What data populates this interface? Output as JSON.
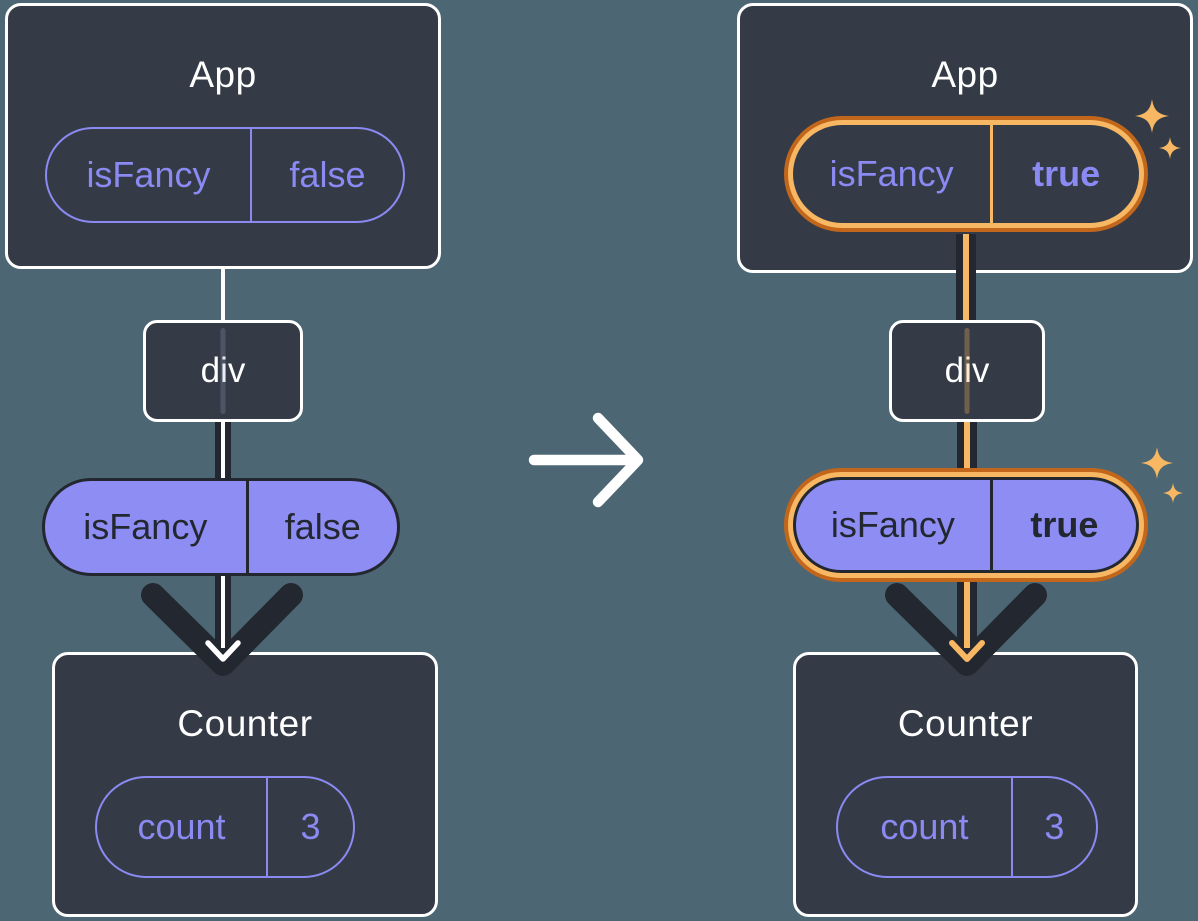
{
  "colors": {
    "background": "#4D6673",
    "card": "#343B46",
    "card_border": "#FFFFFF",
    "white": "#FFFFFF",
    "dark": "#23272F",
    "purple": "#8A8AF2",
    "purple_fill": "#8D8DF3",
    "orange": "#C2661B",
    "orange_light": "#F7B763"
  },
  "icons": {
    "transition": "arrow-right-icon",
    "flow_arrowhead": "arrow-down-icon",
    "highlight": "sparkle-icon"
  },
  "before": {
    "highlighted": false,
    "app": {
      "title": "App",
      "prop": {
        "name": "isFancy",
        "value": "false"
      }
    },
    "div_node": {
      "label": "div"
    },
    "passed_prop": {
      "name": "isFancy",
      "value": "false"
    },
    "counter": {
      "title": "Counter",
      "state": {
        "name": "count",
        "value": "3"
      }
    }
  },
  "after": {
    "highlighted": true,
    "app": {
      "title": "App",
      "prop": {
        "name": "isFancy",
        "value": "true"
      }
    },
    "div_node": {
      "label": "div"
    },
    "passed_prop": {
      "name": "isFancy",
      "value": "true"
    },
    "counter": {
      "title": "Counter",
      "state": {
        "name": "count",
        "value": "3"
      }
    }
  }
}
